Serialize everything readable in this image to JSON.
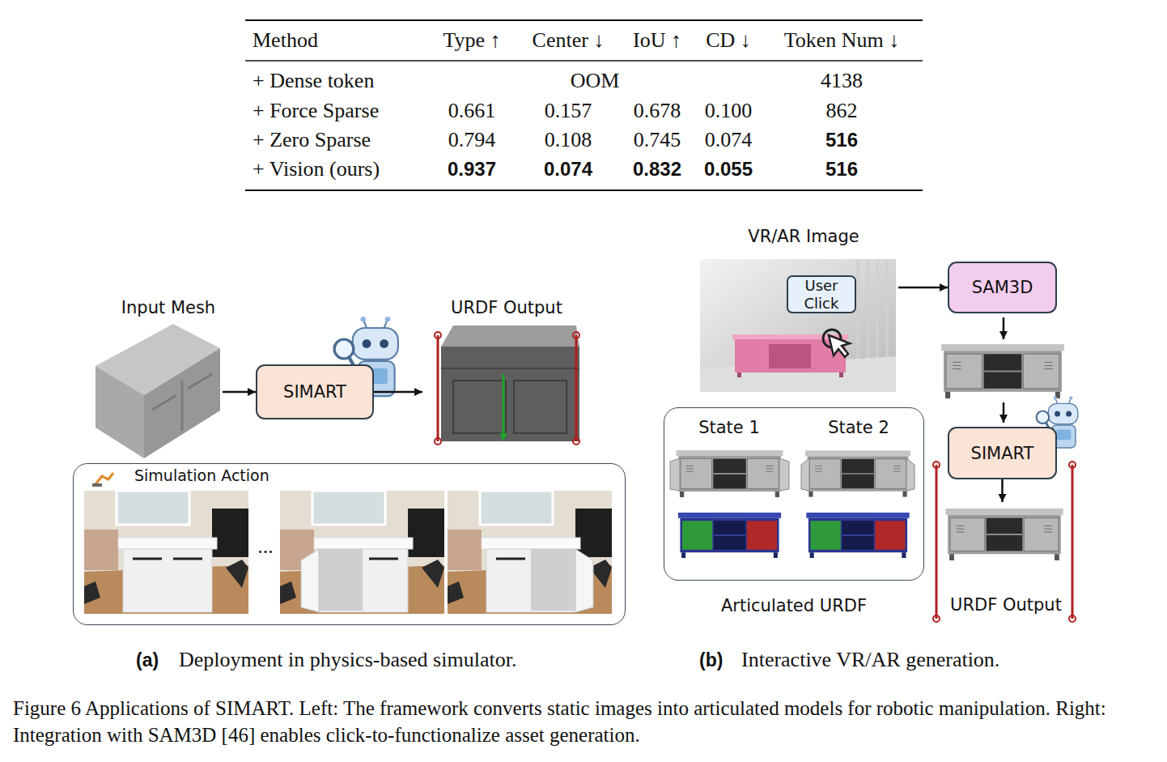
{
  "diagram": {
    "caption": "Figure 6 Applications of SIMART. Left: The framework converts static images into articulated models for robotic manipulation. Right: Integration with SAM3D [46] enables click-to-functionalize asset generation.",
    "nodes": [
      {
        "text": [
          "Input Mesh"
        ]
      },
      {
        "text": [
          "SIMART"
        ]
      },
      {
        "text": [
          "URDF Output"
        ]
      },
      {
        "text": [
          "Simulation Action"
        ]
      },
      {
        "text": [
          "VR/AR Image"
        ]
      },
      {
        "text": [
          "User Click"
        ],
        "in": 4
      },
      {
        "text": [
          "SAM3D"
        ]
      },
      {
        "text": [
          "SIMART"
        ]
      },
      {
        "text": [
          "State 1",
          "State 2",
          "Articulated URDF"
        ]
      },
      {
        "text": [
          "URDF Output"
        ]
      }
    ],
    "edges": [
      {
        "from": 0,
        "to": 1,
        "arrow": "to"
      },
      {
        "from": 1,
        "to": 2,
        "arrow": "to"
      },
      {
        "from": 4,
        "to": 6,
        "arrow": "to"
      },
      {
        "from": 7,
        "to": 9,
        "arrow": "to"
      }
    ],
    "labels": [
      "Method",
      "Type ↑",
      "Center ↓",
      "IoU ↑",
      "CD ↓",
      "Token Num ↓",
      "+ Dense token",
      "OOM",
      "4138",
      "+ Force Sparse",
      "0.661",
      "0.157",
      "0.678",
      "0.100",
      "862",
      "+ Zero Sparse",
      "0.794",
      "0.108",
      "0.745",
      "0.074",
      "516",
      "+ Vision (ours)",
      "0.937",
      "0.074",
      "0.832",
      "0.055",
      "516",
      "...",
      "(a)",
      "Deployment in physics-based simulator.",
      "(b)",
      "Interactive VR/AR generation."
    ]
  }
}
